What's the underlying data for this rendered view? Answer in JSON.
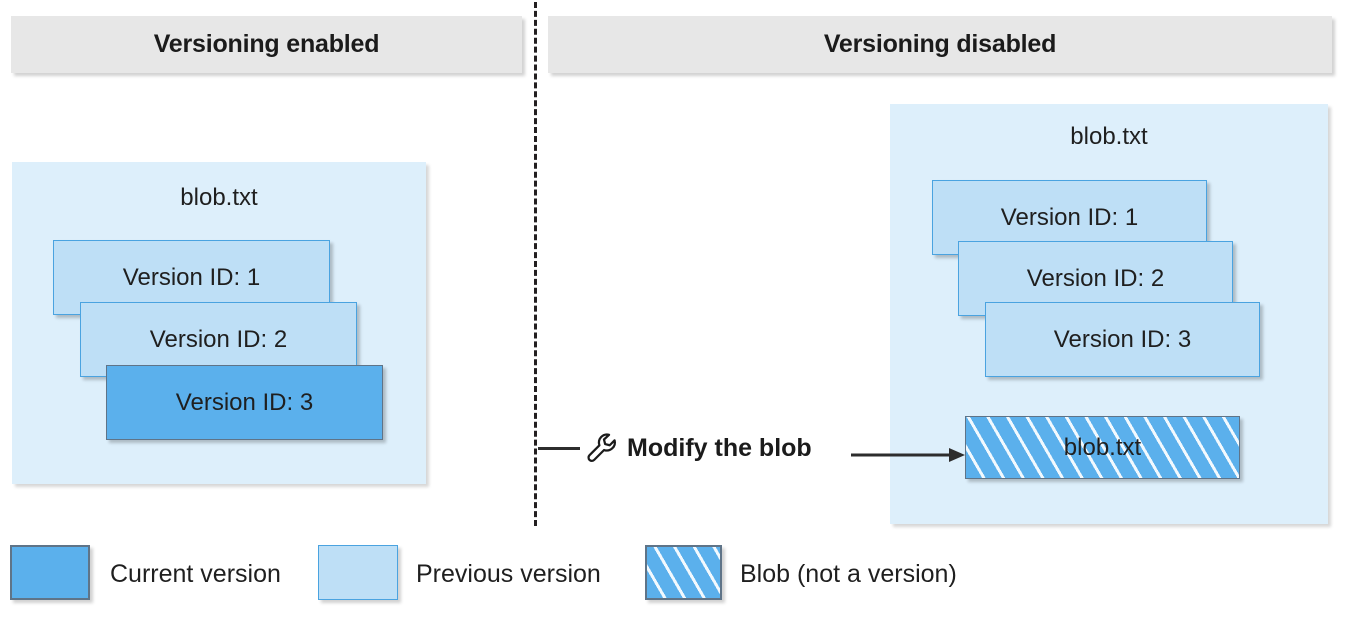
{
  "columns": [
    {
      "title": "Versioning enabled"
    },
    {
      "title": "Versioning disabled"
    }
  ],
  "panels": {
    "left": {
      "blob_name": "blob.txt",
      "versions": [
        {
          "label": "Version ID: 1",
          "state": "previous"
        },
        {
          "label": "Version ID: 2",
          "state": "previous"
        },
        {
          "label": "Version ID: 3",
          "state": "current"
        }
      ]
    },
    "right": {
      "blob_name": "blob.txt",
      "versions": [
        {
          "label": "Version ID: 1",
          "state": "previous"
        },
        {
          "label": "Version ID: 2",
          "state": "previous"
        },
        {
          "label": "Version ID: 3",
          "state": "previous"
        }
      ],
      "modified_blob": {
        "label": "blob.txt",
        "state": "blob-not-a-version"
      }
    }
  },
  "action": {
    "label": "Modify the blob",
    "icon": "wrench-icon"
  },
  "legend": [
    {
      "label": "Current version",
      "swatch": "current"
    },
    {
      "label": "Previous version",
      "swatch": "previous"
    },
    {
      "label": "Blob (not a version)",
      "swatch": "hatched"
    }
  ],
  "colors": {
    "current_version": "#5bb0ec",
    "previous_version": "#bedff6",
    "previous_version_border": "#4aa3e0",
    "panel_background": "#ddeffb",
    "header_background": "#e7e7e7",
    "hatch_line": "#f2f9fe",
    "divider": "#231f20",
    "text": "#1f1f1f"
  }
}
